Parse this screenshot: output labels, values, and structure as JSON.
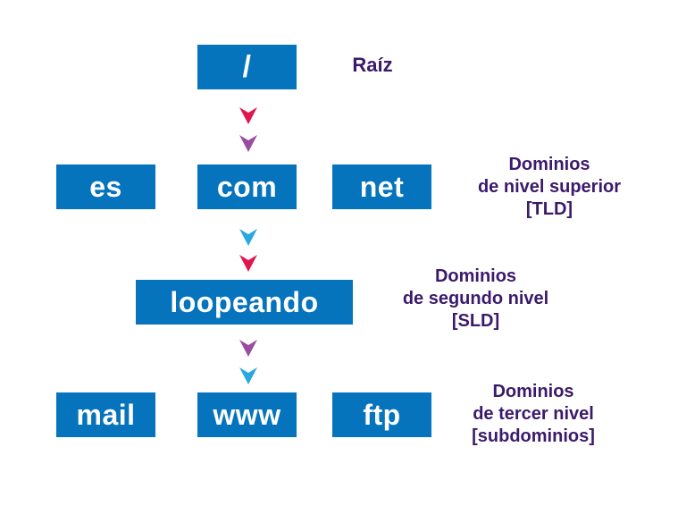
{
  "root": {
    "box": "/",
    "label": "Raíz"
  },
  "tld": {
    "boxes": [
      "es",
      "com",
      "net"
    ],
    "label": [
      "Dominios",
      "de nivel superior",
      "[TLD]"
    ]
  },
  "sld": {
    "box": "loopeando",
    "label": [
      "Dominios",
      "de segundo nivel",
      "[SLD]"
    ]
  },
  "sub": {
    "boxes": [
      "mail",
      "www",
      "ftp"
    ],
    "label": [
      "Dominios",
      "de tercer nivel",
      "[subdominios]"
    ]
  },
  "colors": {
    "box": "#0674bd",
    "box_text": "#ffffff",
    "label_text": "#3b1a6b",
    "arrow_red": "#e0174f",
    "arrow_purple": "#9a4d9e",
    "arrow_cyan": "#29a8e0"
  },
  "arrows": [
    "red",
    "purple",
    "cyan",
    "red",
    "purple",
    "cyan"
  ]
}
